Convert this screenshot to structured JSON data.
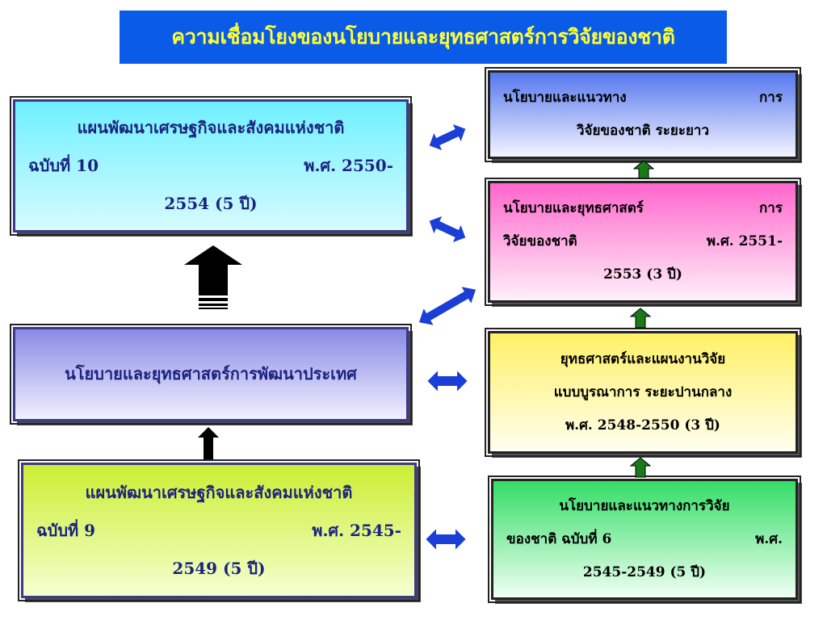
{
  "title": "ความเชื่อมโยงของนโยบายและยุทธศาสตร์การวิจัยของชาติ",
  "left_boxes": {
    "nesdb10": {
      "line1": "แผนพัฒนาเศรษฐกิจและสังคมแห่งชาติ",
      "line2a": "ฉบับที่ 10",
      "line2b": "พ.ศ. 2550-",
      "line3": "2554 (5 ปี)"
    },
    "devpolicy": {
      "line1": "นโยบายและยุทธศาสตร์การพัฒนาประเทศ"
    },
    "nesdb9": {
      "line1": "แผนพัฒนาเศรษฐกิจและสังคมแห่งชาติ",
      "line2a": "ฉบับที่ 9",
      "line2b": "พ.ศ. 2545-",
      "line3": "2549 (5 ปี)"
    }
  },
  "right_boxes": {
    "longterm": {
      "line1a": "นโยบายและแนวทาง",
      "line1b": "การ",
      "line2": "วิจัยของชาติ ระยะยาว"
    },
    "strat5153": {
      "line1a": "นโยบายและยุทธศาสตร์",
      "line1b": "การ",
      "line2a": "วิจัยของชาติ",
      "line2b": "พ.ศ. 2551-",
      "line3": "2553 (3 ปี)"
    },
    "integrated": {
      "line1": "ยุทธศาสตร์และแผนงานวิจัย",
      "line2": "แบบบูรณาการ ระยะปานกลาง",
      "line3": "พ.ศ. 2548-2550 (3 ปี)"
    },
    "policy6": {
      "line1": "นโยบายและแนวทางการวิจัย",
      "line2a": "ของชาติ ฉบับที่ 6",
      "line2b": "พ.ศ.",
      "line3": "2545-2549 (5 ปี)"
    }
  },
  "colors": {
    "title_bg": "#0a5ce8",
    "title_text": "#ffff33",
    "double_arrow": "#1a3fd6",
    "up_arrow_small": "#1a7a1a",
    "up_arrow_large": "#000000"
  },
  "icons": {
    "link_arrow": "double-headed-arrow",
    "flow_arrow": "up-arrow"
  }
}
